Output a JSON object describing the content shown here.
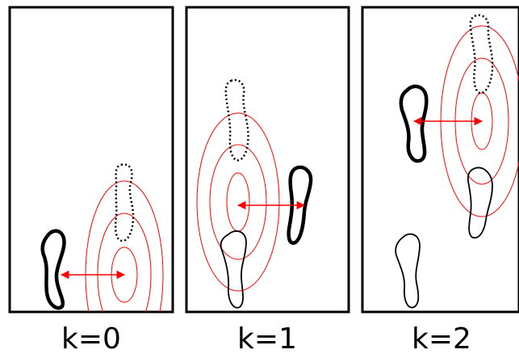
{
  "panels": [
    {
      "label": "k=0"
    },
    {
      "label": "k=1"
    },
    {
      "label": "k=2"
    }
  ],
  "colors": {
    "frame": "#000000",
    "footprint": "#000000",
    "contour": "#ff0000",
    "arrow": "#ff0000"
  },
  "icons": {
    "arrow": "double-headed-arrow",
    "contours": "concentric-ellipses",
    "footprints": "foot-outline"
  }
}
